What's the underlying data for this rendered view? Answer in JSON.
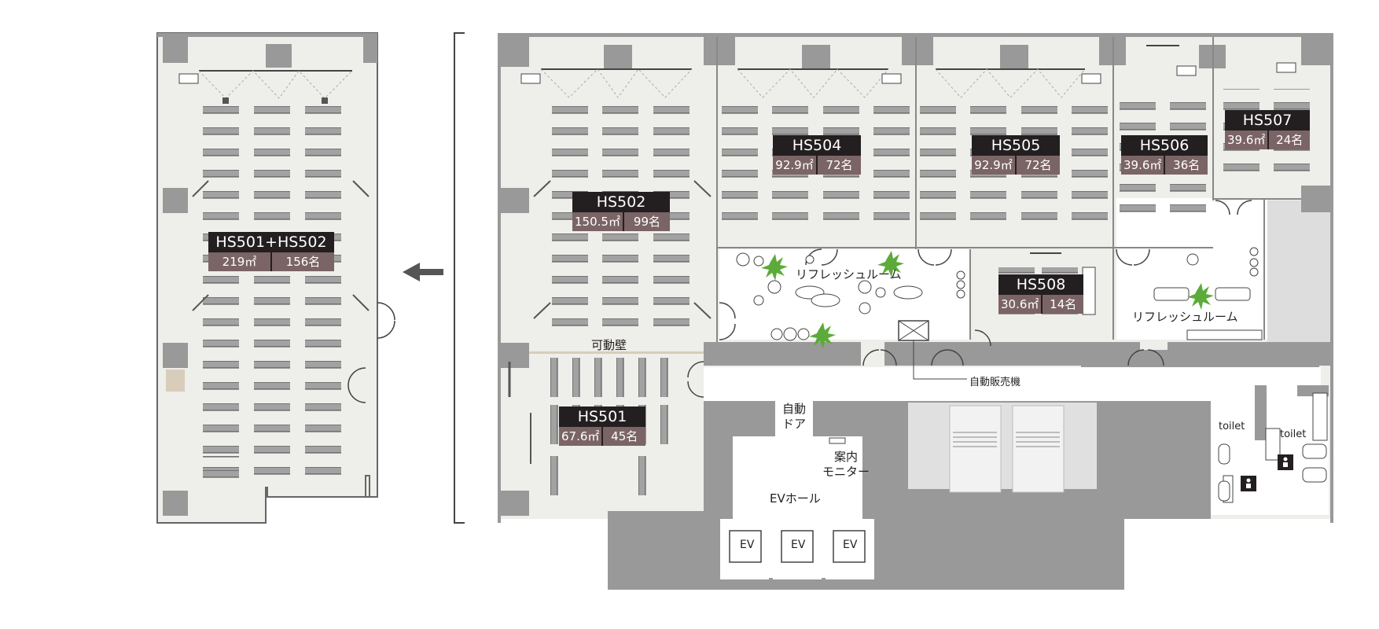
{
  "colors": {
    "background": "#ffffff",
    "room_floor": "#eeeeea",
    "core_gray": "#999999",
    "room_label": "#231f20",
    "room_info": "#7b6466",
    "plant": "#5cab3a"
  },
  "combined_view": {
    "room": {
      "name": "HS501+HS502",
      "area": "219㎡",
      "capacity": "156名"
    },
    "arrow_icon": "arrow-left-icon"
  },
  "rooms": [
    {
      "name": "HS502",
      "area": "150.5㎡",
      "capacity": "99名"
    },
    {
      "name": "HS504",
      "area": "92.9㎡",
      "capacity": "72名"
    },
    {
      "name": "HS505",
      "area": "92.9㎡",
      "capacity": "72名"
    },
    {
      "name": "HS506",
      "area": "39.6㎡",
      "capacity": "36名"
    },
    {
      "name": "HS507",
      "area": "39.6㎡",
      "capacity": "24名"
    },
    {
      "name": "HS508",
      "area": "30.6㎡",
      "capacity": "14名"
    },
    {
      "name": "HS501",
      "area": "67.6㎡",
      "capacity": "45名"
    }
  ],
  "labels": {
    "movable_wall": "可動壁",
    "refresh_room": "リフレッシュルーム",
    "vending_machine": "自動販売機",
    "auto_door_1": "自動",
    "auto_door_2": "ドア",
    "info_monitor_1": "案内",
    "info_monitor_2": "モニター",
    "ev_hall": "EVホール",
    "elevator": "EV",
    "toilet": "toilet"
  }
}
